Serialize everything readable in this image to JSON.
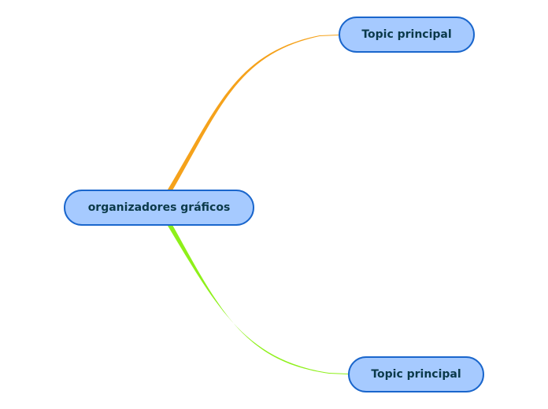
{
  "central_topic": {
    "label": "organizadores gráficos"
  },
  "branches": [
    {
      "label": "Topic principal",
      "color": "#f5a21b"
    },
    {
      "label": "Topic principal",
      "color": "#8ef01a"
    }
  ],
  "node_style": {
    "fill": "#a6caff",
    "border": "#1a66cc",
    "text": "#0b3a4a"
  }
}
